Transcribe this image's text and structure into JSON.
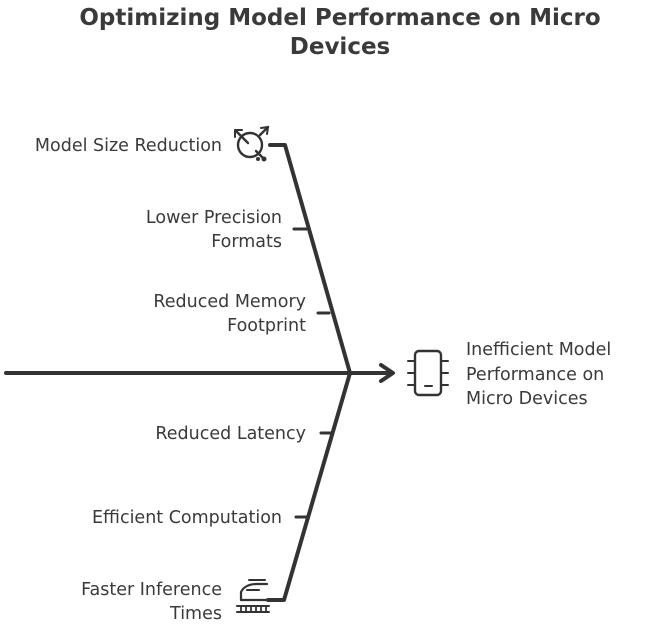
{
  "title": {
    "line1": "Optimizing Model Performance on Micro",
    "line2": "Devices"
  },
  "effect": {
    "line1": "Inefficient Model",
    "line2": "Performance on",
    "line3": "Micro Devices",
    "icon": "microchip-icon"
  },
  "causes": [
    {
      "line1": "Model Size Reduction",
      "icon": "shrink-arrows-icon"
    },
    {
      "line1": "Lower Precision",
      "line2": "Formats"
    },
    {
      "line1": "Reduced Memory",
      "line2": "Footprint"
    },
    {
      "line1": "Reduced Latency"
    },
    {
      "line1": "Efficient Computation"
    },
    {
      "line1": "Faster Inference",
      "line2": "Times",
      "icon": "fast-train-icon"
    }
  ],
  "colors": {
    "ink": "#333333",
    "text": "#3a3a3a",
    "background": "#ffffff"
  }
}
